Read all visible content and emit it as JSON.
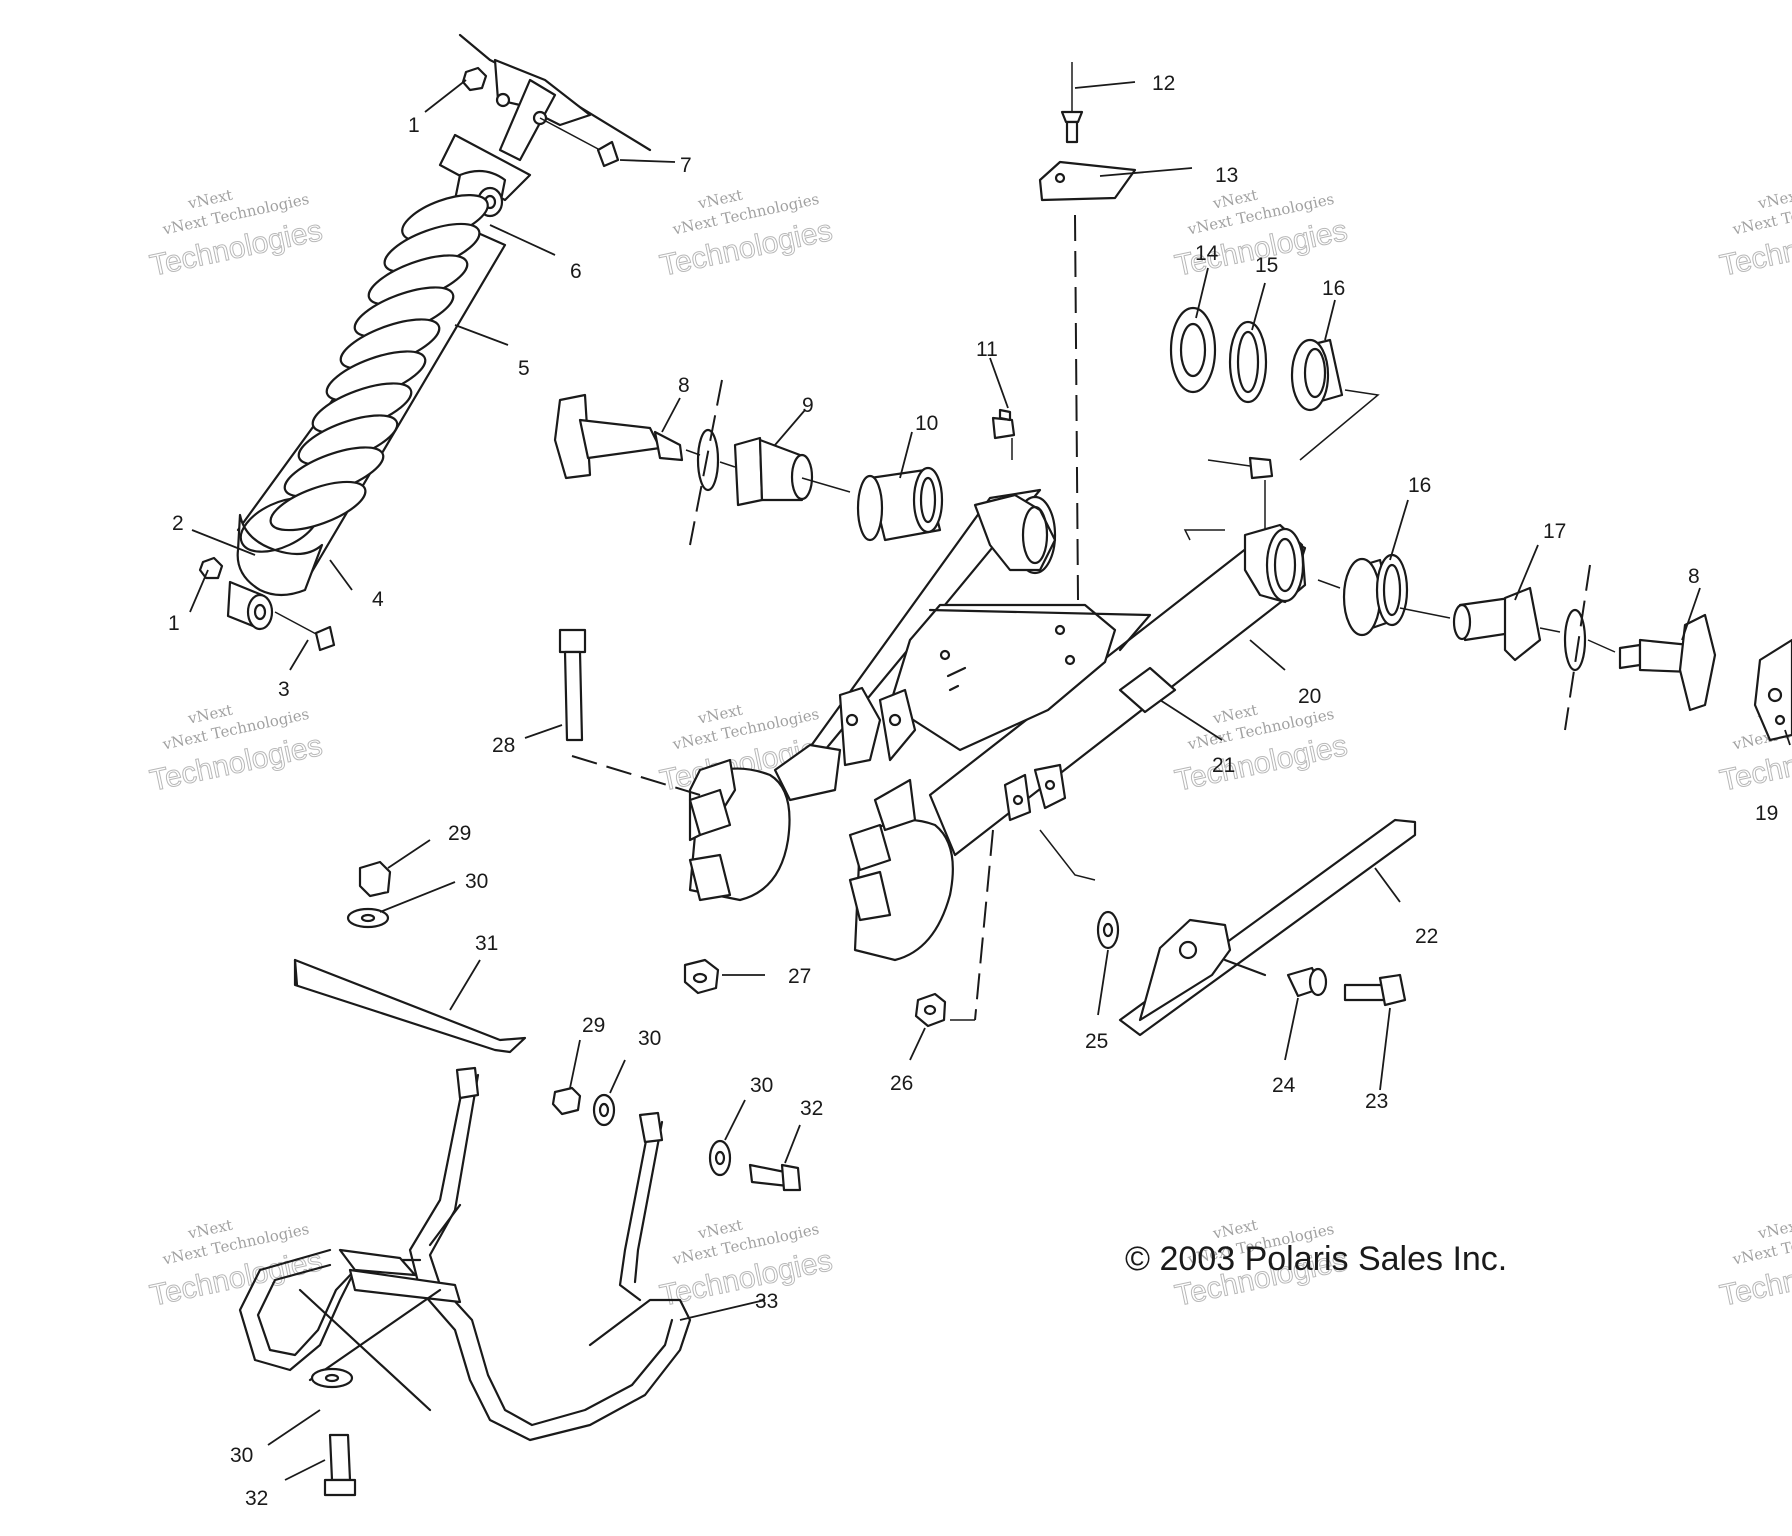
{
  "copyright": "© 2003 Polaris Sales Inc.",
  "watermark": {
    "line1": "vNext Technologies",
    "line2": "Technologies",
    "top": "vNext"
  },
  "callouts": [
    "1",
    "7",
    "6",
    "5",
    "2",
    "1",
    "4",
    "3",
    "12",
    "13",
    "14",
    "15",
    "16",
    "8",
    "9",
    "10",
    "11",
    "16",
    "17",
    "8",
    "20",
    "21",
    "19",
    "28",
    "29",
    "30",
    "31",
    "27",
    "22",
    "25",
    "26",
    "24",
    "23",
    "29",
    "30",
    "30",
    "32",
    "33",
    "30",
    "32"
  ]
}
